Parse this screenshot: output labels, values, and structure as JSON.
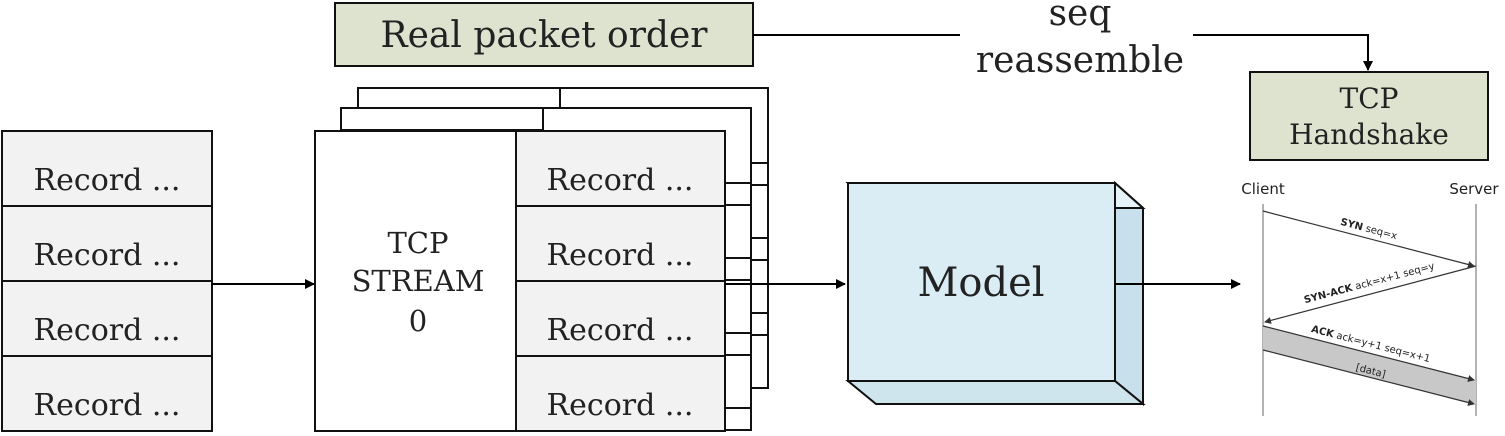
{
  "labels": {
    "real_packet_order": "Real packet order",
    "seq_line1": "seq",
    "seq_line2": "reassemble",
    "tcp_handshake_line1": "TCP",
    "tcp_handshake_line2": "Handshake",
    "tcp_stream_line1": "TCP",
    "tcp_stream_line2": "STREAM",
    "tcp_stream_line3": "0",
    "model": "Model"
  },
  "input_records": [
    "Record ...",
    "Record ...",
    "Record ...",
    "Record ..."
  ],
  "stream_records": [
    "Record ...",
    "Record ...",
    "Record ...",
    "Record ..."
  ],
  "handshake": {
    "client": "Client",
    "server": "Server",
    "syn": "SYN",
    "syn_detail": "seq=x",
    "synack": "SYN-ACK",
    "synack_detail": "ack=x+1 seq=y",
    "ack": "ACK",
    "ack_detail": "ack=y+1 seq=x+1",
    "data": "[data]"
  },
  "colors": {
    "label_box_fill": "#dde3cf",
    "record_fill": "#f2f2f2",
    "model_front": "#daedf4",
    "model_side": "#c7e0eb",
    "data_band": "#c8c8c8"
  }
}
